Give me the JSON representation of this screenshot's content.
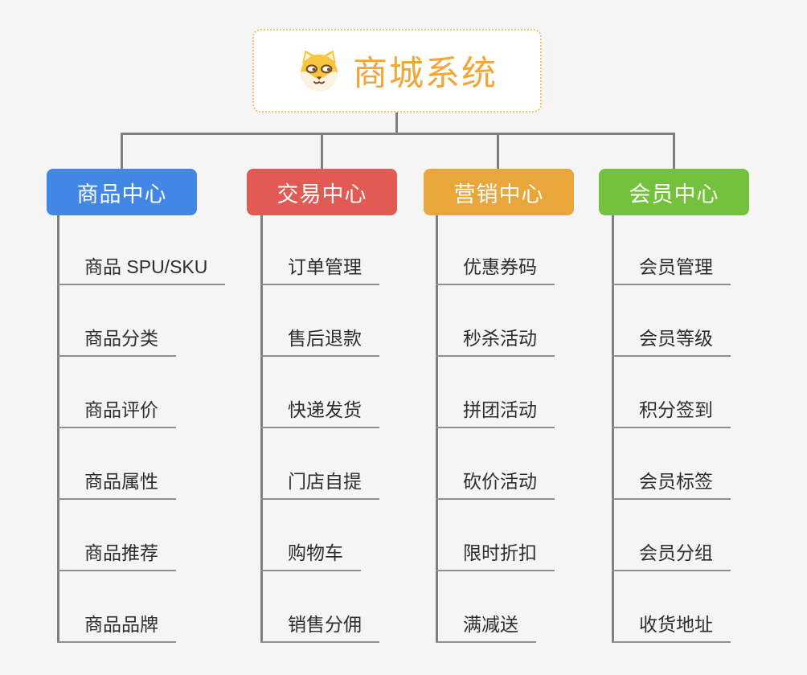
{
  "theme": {
    "background_color": "#f5f5f6",
    "connector_color": "#7f7f7f",
    "underline_color": "#8f8f8f",
    "item_text_color": "#2d2d2d",
    "root_border_color": "#f4c171",
    "root_text_color": "#f3a538"
  },
  "root": {
    "title": "商城系统",
    "icon": "dog-face-icon"
  },
  "branches": [
    {
      "label": "商品中心",
      "color": "#4287e6",
      "items": [
        "商品 SPU/SKU",
        "商品分类",
        "商品评价",
        "商品属性",
        "商品推荐",
        "商品品牌"
      ]
    },
    {
      "label": "交易中心",
      "color": "#e15a54",
      "items": [
        "订单管理",
        "售后退款",
        "快递发货",
        "门店自提",
        "购物车",
        "销售分佣"
      ]
    },
    {
      "label": "营销中心",
      "color": "#e9a63b",
      "items": [
        "优惠券码",
        "秒杀活动",
        "拼团活动",
        "砍价活动",
        "限时折扣",
        "满减送"
      ]
    },
    {
      "label": "会员中心",
      "color": "#74c13d",
      "items": [
        "会员管理",
        "会员等级",
        "积分签到",
        "会员标签",
        "会员分组",
        "收货地址"
      ]
    }
  ]
}
